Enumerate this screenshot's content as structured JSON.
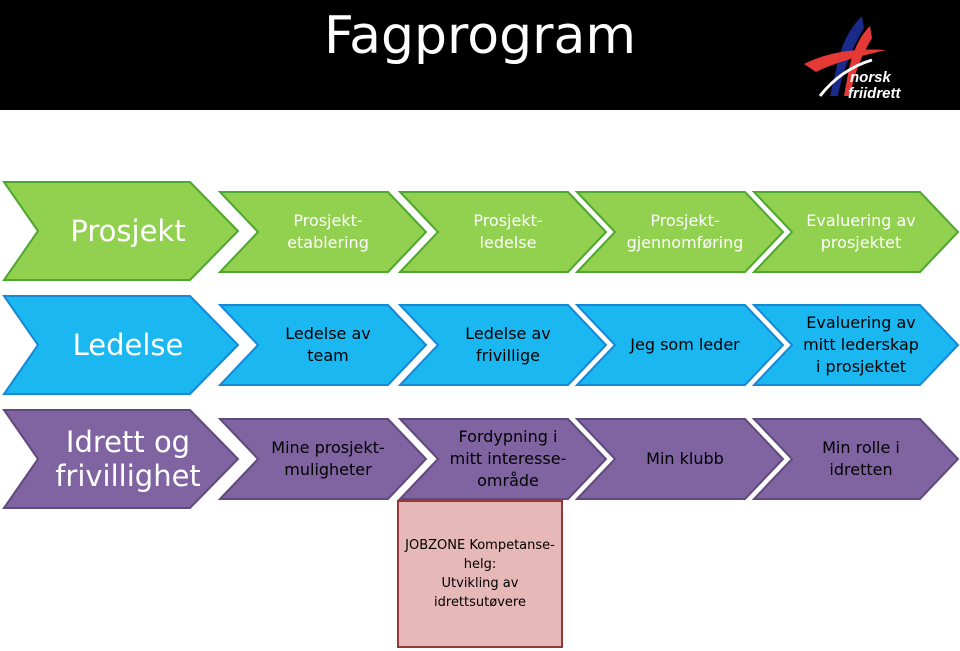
{
  "header": {
    "title": "Fagprogram",
    "logo": {
      "line1": "norsk",
      "line2": "friidrett"
    }
  },
  "rows": [
    {
      "fill": "#92d050",
      "stroke": "#4ea72e",
      "text_color": "#ffffff",
      "lead": "Prosjekt",
      "steps": [
        "Prosjekt-\netablering",
        "Prosjekt-\nledelse",
        "Prosjekt-\ngjennomføring",
        "Evaluering av\nprosjektet"
      ]
    },
    {
      "fill": "#1ab7f0",
      "stroke": "#1588d6",
      "text_color": "#ffffff",
      "lead": "Ledelse",
      "steps": [
        "Ledelse av\nteam",
        "Ledelse av\nfrivillige",
        "Jeg som leder",
        "Evaluering av\nmitt lederskap\ni prosjektet"
      ]
    },
    {
      "fill": "#8064a2",
      "stroke": "#5f4a7d",
      "text_color": "#ffffff",
      "lead": "Idrett og\nfrivillighet",
      "steps": [
        "Mine prosjekt-\nmuligheter",
        "Fordypning  i\nmitt interesse-\nområde",
        "Min klubb",
        "Min rolle i\nidretten"
      ]
    }
  ],
  "step_text_colors": [
    "#ffffff",
    "#000000",
    "#000000"
  ],
  "jobzone": {
    "text": "JOBZONE Kompetanse-\nhelg:\nUtvikling av\nidrettsutøvere"
  }
}
